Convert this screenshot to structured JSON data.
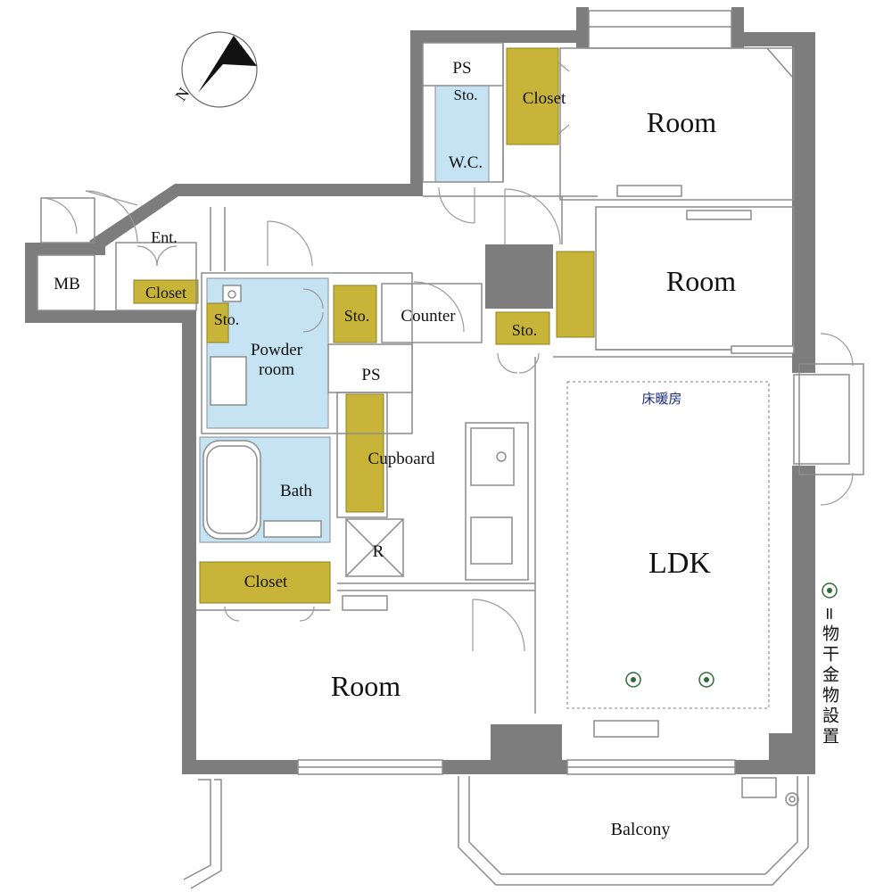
{
  "labels": {
    "ps_top": "PS",
    "sto_wc": "Sto.",
    "wc": "W.C.",
    "closet_top": "Closet",
    "room_ne": "Room",
    "room_e": "Room",
    "ent": "Ent.",
    "mb": "MB",
    "closet_ent": "Closet",
    "sto_powder": "Sto.",
    "powder_room_line1": "Powder",
    "powder_room_line2": "room",
    "sto_mid": "Sto.",
    "counter": "Counter",
    "ps_mid": "PS",
    "sto_right": "Sto.",
    "floor_heating": "床暖房",
    "cupboard": "Cupboard",
    "bath": "Bath",
    "refrigerator": "R",
    "ldk": "LDK",
    "closet_bottom": "Closet",
    "room_sw": "Room",
    "balcony": "Balcony"
  },
  "legend": {
    "text": "=物干金物設置"
  },
  "compass": {
    "letter": "N"
  },
  "colors": {
    "wall": "#7d7d7d",
    "storage": "#c9b43a",
    "wet_area": "#c6e3f4",
    "heating_text": "#1a2a8a",
    "fixture": "#2e6b3a"
  }
}
